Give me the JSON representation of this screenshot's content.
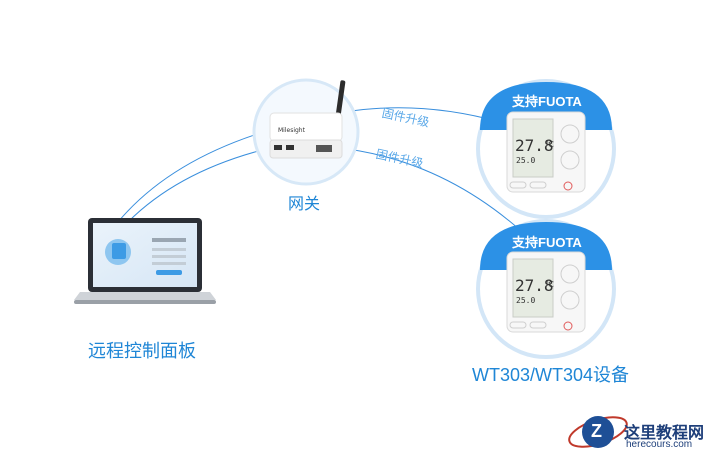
{
  "gateway": {
    "label": "网关"
  },
  "panel": {
    "label": "远程控制面板"
  },
  "links": [
    {
      "label": "固件升级"
    },
    {
      "label": "固件升级"
    }
  ],
  "devices": [
    {
      "badge": "支持FUOTA",
      "temperature": "27.8",
      "unit": "℃",
      "humidity": "25.0"
    },
    {
      "badge": "支持FUOTA",
      "temperature": "27.8",
      "unit": "℃",
      "humidity": "25.0"
    }
  ],
  "device_group_label": "WT303/WT304设备",
  "watermark": {
    "name": "这里教程网",
    "url": "herecours.com",
    "logo_letter": "Z"
  },
  "colors": {
    "accent": "#1f86d6",
    "circle_border": "#cfe3f6",
    "circle_fill": "#2c91e6",
    "line": "#3a8fdd"
  }
}
